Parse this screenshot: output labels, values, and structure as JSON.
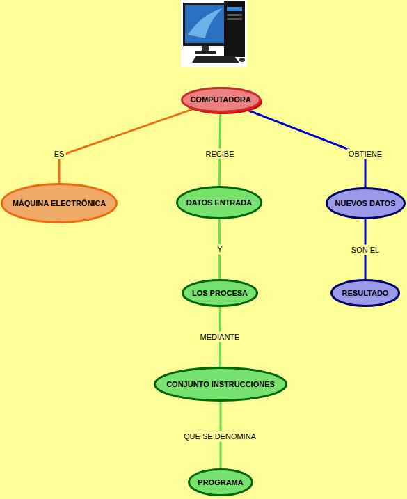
{
  "diagram": {
    "nodes": [
      {
        "text": [
          "COMPUTADORA"
        ]
      },
      {
        "text": [
          "MÁQUINA ELECTRÓNICA"
        ]
      },
      {
        "text": [
          "DATOS ENTRADA"
        ]
      },
      {
        "text": [
          "LOS PROCESA"
        ]
      },
      {
        "text": [
          "CONJUNTO INSTRUCCIONES"
        ]
      },
      {
        "text": [
          "PROGRAMA"
        ]
      },
      {
        "text": [
          "NUEVOS DATOS"
        ]
      },
      {
        "text": [
          "RESULTADO"
        ]
      }
    ],
    "edges": [
      {
        "from": 0,
        "to": 1,
        "label": "ES",
        "arrow": "none"
      },
      {
        "from": 0,
        "to": 2,
        "label": "RECIBE",
        "arrow": "none"
      },
      {
        "from": 0,
        "to": 6,
        "label": "OBTIENE",
        "arrow": "none"
      },
      {
        "from": 2,
        "to": 3,
        "label": "Y",
        "arrow": "none"
      },
      {
        "from": 3,
        "to": 4,
        "label": "MEDIANTE",
        "arrow": "none"
      },
      {
        "from": 4,
        "to": 5,
        "label": "QUE SE DENOMINA",
        "arrow": "none"
      },
      {
        "from": 6,
        "to": 7,
        "label": "SON EL",
        "arrow": "none"
      }
    ]
  }
}
